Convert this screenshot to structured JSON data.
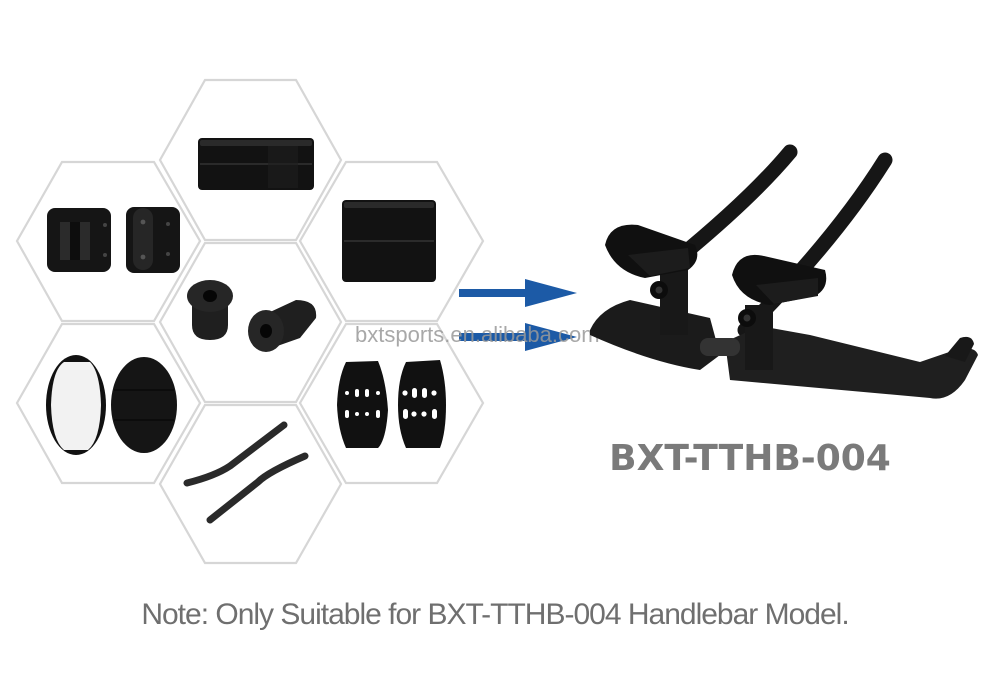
{
  "product": {
    "model_title": "BXT-TTHB-004",
    "note": "Note: Only Suitable for BXT-TTHB-004 Handlebar Model.",
    "watermark": "bxtsports.en.alibaba.com"
  },
  "colors": {
    "arrow": "#1c5aa6",
    "hex_outline": "#d6d6d6",
    "title_text": "#7a7a7a",
    "note_text": "#6f6f6f",
    "part_black": "#141414"
  },
  "honeycomb": {
    "cells": [
      {
        "id": "top",
        "part": "spacer-short"
      },
      {
        "id": "left-upper",
        "part": "armrest-brackets"
      },
      {
        "id": "right-upper",
        "part": "spacer-tall"
      },
      {
        "id": "center",
        "part": "rubber-bushings"
      },
      {
        "id": "left-lower",
        "part": "arm-pads"
      },
      {
        "id": "right-lower",
        "part": "armrest-plates"
      },
      {
        "id": "bottom",
        "part": "foam-strips"
      }
    ]
  },
  "arrows": [
    {
      "direction": "right"
    },
    {
      "direction": "right"
    }
  ],
  "icons": {
    "arrow": "arrow-right-icon"
  }
}
